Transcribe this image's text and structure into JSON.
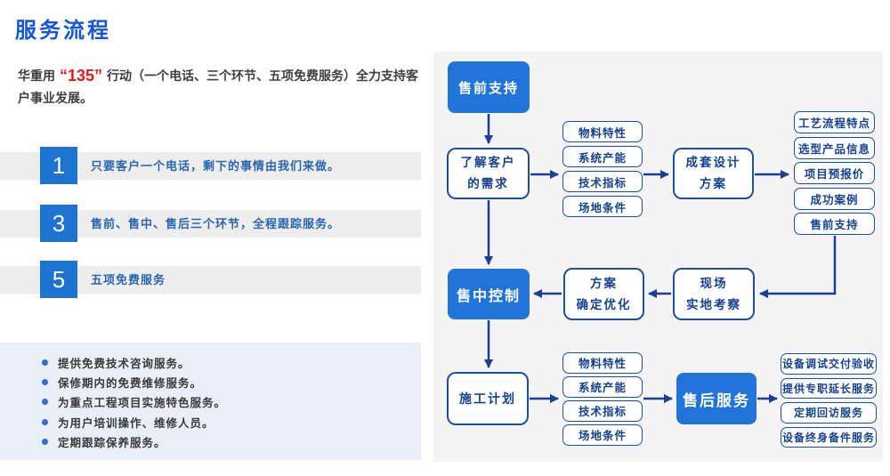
{
  "header": {
    "title": "服务流程"
  },
  "intro": {
    "prefix": "华重用",
    "highlight": "“135”",
    "suffix": "行动（一个电话、三个环节、五项免费服务）全力支持客户事业发展。"
  },
  "steps": [
    {
      "number": "1",
      "text": "只要客户一个电话，剩下的事情由我们来做。"
    },
    {
      "number": "3",
      "text": "售前、售中、售后三个环节，全程跟踪服务。"
    },
    {
      "number": "5",
      "text": "五项免费服务"
    }
  ],
  "free_services": [
    "提供免费技术咨询服务。",
    "保修期内的免费维修服务。",
    "为重点工程项目实施特色服务。",
    "为用户培训操作、维修人员。",
    "定期跟踪保养服务。"
  ],
  "flow": {
    "presale_support": "售前支持",
    "understand_l1": "了解客户",
    "understand_l2": "的需求",
    "design_l1": "成套设计",
    "design_l2": "方案",
    "midsale_control": "售中控制",
    "plan_l1": "方案",
    "plan_l2": "确定优化",
    "site_l1": "现场",
    "site_l2": "实地考察",
    "construction_plan": "施工计划",
    "aftersale_service": "售后服务",
    "group1": [
      "物料特性",
      "系统产能",
      "技术指标",
      "场地条件"
    ],
    "group2": [
      "工艺流程特点",
      "选型产品信息",
      "项目预报价",
      "成功案例",
      "售前支持"
    ],
    "group3": [
      "物料特性",
      "系统产能",
      "技术指标",
      "场地条件"
    ],
    "group4": [
      "设备调试交付验收",
      "提供专职延长服务",
      "定期回访服务",
      "设备终身备件服务"
    ]
  },
  "colors": {
    "accent": "#2374d8",
    "title-blue": "#1557d5",
    "red": "#e31b1b",
    "navy": "#16418f",
    "border-navy": "#1d4fa0",
    "arrow": "#1c3f93",
    "step-text": "#2a66b0",
    "step-blue": "#1e72d2",
    "bar-gray": "#ededed",
    "panel-gray": "#f4f4f5",
    "services-bg": "#e8eff8",
    "bullet-blue": "#2e6ed0",
    "body-text": "#3f3f3f"
  }
}
